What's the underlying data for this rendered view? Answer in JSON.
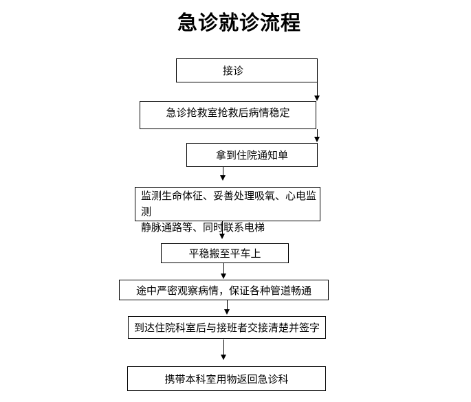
{
  "page_title": "急诊就诊流程",
  "flowchart": {
    "colors": {
      "line": "#000000",
      "background": "#ffffff",
      "text": "#000000"
    },
    "steps": [
      {
        "label": "接诊"
      },
      {
        "label": "急诊抢救室抢救后病情稳定"
      },
      {
        "label": "拿到住院通知单"
      },
      {
        "label": "监测生命体征、妥善处理吸氧、心电监测\n静脉通路等、同时联系电梯"
      },
      {
        "label": "平稳搬至平车上"
      },
      {
        "label": "途中严密观察病情，保证各种管道畅通"
      },
      {
        "label": "到达住院科室后与接班者交接清楚并签字"
      },
      {
        "label": "携带本科室用物返回急诊科"
      }
    ]
  }
}
